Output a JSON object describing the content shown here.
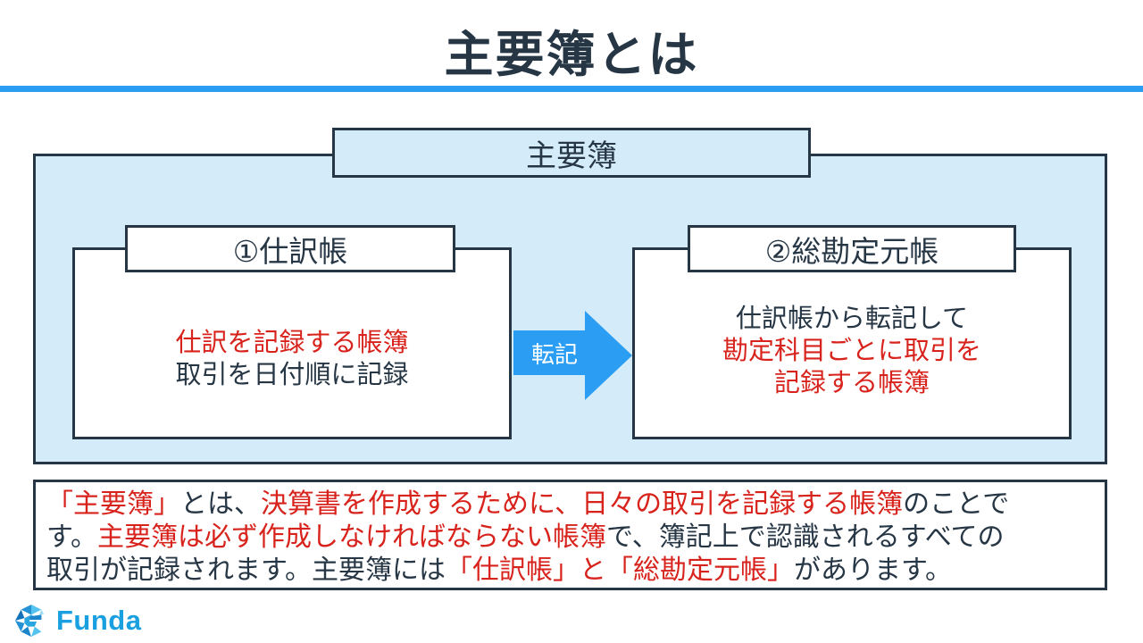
{
  "title": "主要簿とは",
  "colors": {
    "dark": "#263645",
    "red": "#d8231d",
    "accent_blue": "#2b9ef3",
    "light_blue": "#d4ecfa",
    "brand_blue": "#1aa0e0"
  },
  "diagram": {
    "group_label": "主要簿",
    "arrow_label": "転記",
    "left_box": {
      "header": "①仕訳帳",
      "lines": [
        [
          {
            "t": "仕訳を記録する帳簿",
            "e": true
          }
        ],
        [
          {
            "t": "取引を日付順に記録",
            "e": false
          }
        ]
      ]
    },
    "right_box": {
      "header": "②総勘定元帳",
      "lines": [
        [
          {
            "t": "仕訳帳から転記して",
            "e": false
          }
        ],
        [
          {
            "t": "勘定科目ごとに取引を",
            "e": true
          }
        ],
        [
          {
            "t": "記録する帳簿",
            "e": true
          }
        ]
      ]
    }
  },
  "summary": {
    "lines": [
      [
        {
          "t": "「主要簿」",
          "e": true
        },
        {
          "t": "とは、",
          "e": false
        },
        {
          "t": "決算書を作成するために、日々の取引を記録する帳簿",
          "e": true
        },
        {
          "t": "のことで",
          "e": false
        }
      ],
      [
        {
          "t": "す。",
          "e": false
        },
        {
          "t": "主要簿は必ず作成しなければならない帳簿",
          "e": true
        },
        {
          "t": "で、簿記上で認識されるすべての",
          "e": false
        }
      ],
      [
        {
          "t": "取引が記録されます。主要簿には",
          "e": false
        },
        {
          "t": "「仕訳帳」と「総勘定元帳」",
          "e": true
        },
        {
          "t": "があります。",
          "e": false
        }
      ]
    ]
  },
  "footer": {
    "brand": "Funda"
  }
}
